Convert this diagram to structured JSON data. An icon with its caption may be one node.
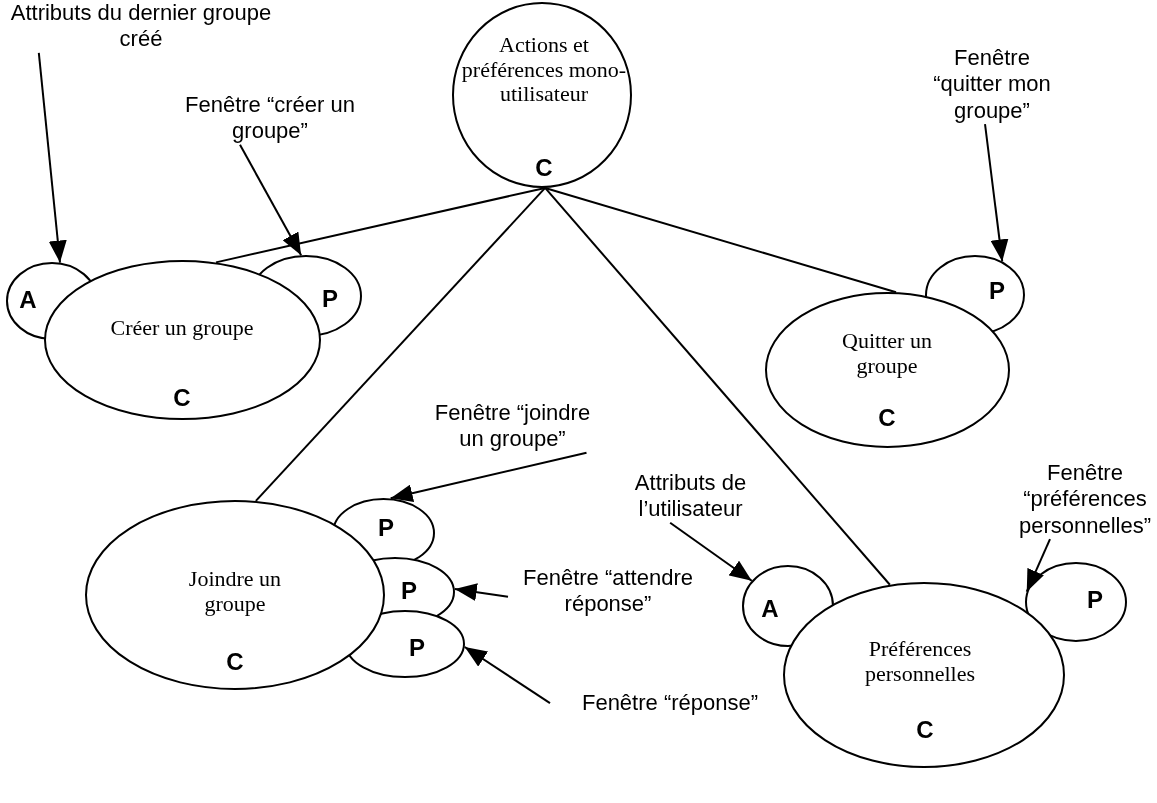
{
  "diagram": {
    "nodes": [
      {
        "text": [
          "Actions et préférences mono-utilisateur",
          "C"
        ]
      },
      {
        "text": [
          "Créer un groupe",
          "C"
        ]
      },
      {
        "text": [
          "A"
        ]
      },
      {
        "text": [
          "P"
        ]
      },
      {
        "text": [
          "Quitter un groupe",
          "C"
        ]
      },
      {
        "text": [
          "P"
        ]
      },
      {
        "text": [
          "Joindre un groupe",
          "C"
        ]
      },
      {
        "text": [
          "P"
        ]
      },
      {
        "text": [
          "P"
        ]
      },
      {
        "text": [
          "P"
        ]
      },
      {
        "text": [
          "Préférences personnelles",
          "C"
        ]
      },
      {
        "text": [
          "A"
        ]
      },
      {
        "text": [
          "P"
        ]
      },
      {
        "text": [
          "Attributs du dernier groupe créé"
        ]
      },
      {
        "text": [
          "Fenêtre “créer un groupe”"
        ]
      },
      {
        "text": [
          "Fenêtre “quitter mon groupe”"
        ]
      },
      {
        "text": [
          "Fenêtre “joindre un groupe”"
        ]
      },
      {
        "text": [
          "Attributs de l’utilisateur"
        ]
      },
      {
        "text": [
          "Fenêtre “préférences personnelles”"
        ]
      },
      {
        "text": [
          "Fenêtre “attendre réponse”"
        ]
      },
      {
        "text": [
          "Fenêtre “réponse”"
        ]
      }
    ],
    "edges": [
      {
        "from": 0,
        "to": 1,
        "arrow": "none"
      },
      {
        "from": 0,
        "to": 4,
        "arrow": "none"
      },
      {
        "from": 0,
        "to": 6,
        "arrow": "none"
      },
      {
        "from": 0,
        "to": 10,
        "arrow": "none"
      },
      {
        "from": 13,
        "to": 2,
        "arrow": "to"
      },
      {
        "from": 14,
        "to": 3,
        "arrow": "to"
      },
      {
        "from": 15,
        "to": 5,
        "arrow": "to"
      },
      {
        "from": 16,
        "to": 7,
        "arrow": "to"
      },
      {
        "from": 17,
        "to": 11,
        "arrow": "to"
      },
      {
        "from": 18,
        "to": 12,
        "arrow": "to"
      },
      {
        "from": 19,
        "to": 8,
        "arrow": "to"
      },
      {
        "from": 20,
        "to": 9,
        "arrow": "to"
      }
    ]
  }
}
